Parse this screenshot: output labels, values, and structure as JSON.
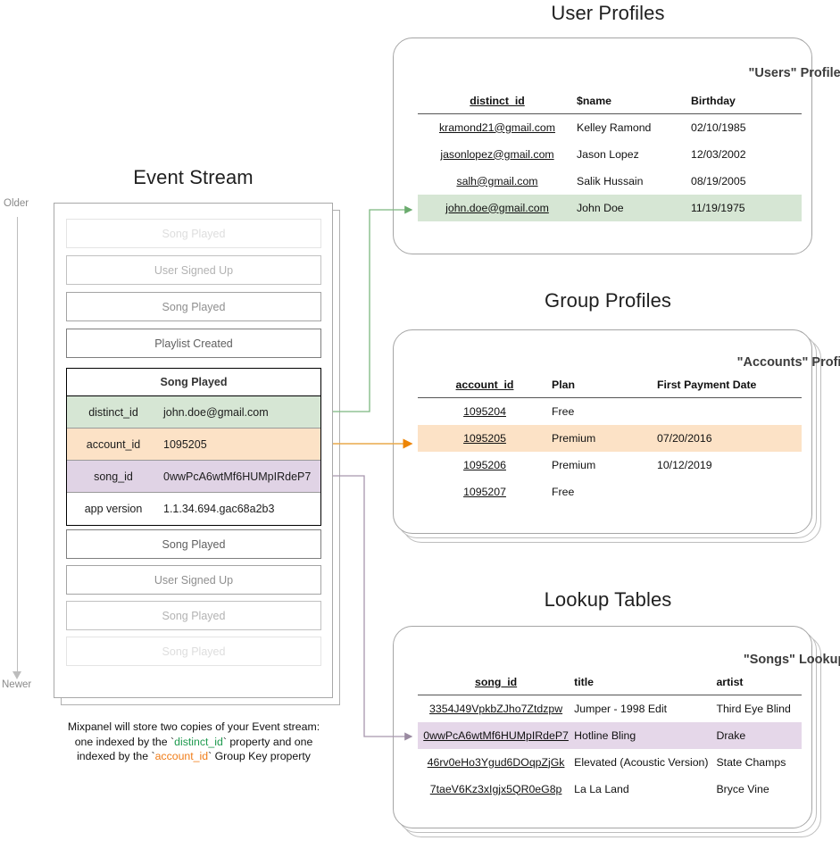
{
  "sections": {
    "event_stream_title": "Event Stream",
    "user_profiles_title": "User Profiles",
    "group_profiles_title": "Group Profiles",
    "lookup_tables_title": "Lookup Tables"
  },
  "timeline": {
    "older_label": "Older",
    "newer_label": "Newer"
  },
  "event_stream": {
    "events_above": [
      {
        "label": "Song Played"
      },
      {
        "label": "User Signed Up"
      },
      {
        "label": "Song Played"
      },
      {
        "label": "Playlist Created"
      }
    ],
    "selected_event": {
      "name": "Song Played",
      "properties": [
        {
          "key": "distinct_id",
          "value": "john.doe@gmail.com",
          "highlight": "green"
        },
        {
          "key": "account_id",
          "value": "1095205",
          "highlight": "orange"
        },
        {
          "key": "song_id",
          "value": "0wwPcA6wtMf6HUMpIRdeP7",
          "highlight": "purple"
        },
        {
          "key": "app version",
          "value": "1.1.34.694.gac68a2b3",
          "highlight": "none"
        }
      ]
    },
    "events_below": [
      {
        "label": "Song Played"
      },
      {
        "label": "User Signed Up"
      },
      {
        "label": "Song Played"
      },
      {
        "label": "Song Played"
      }
    ]
  },
  "caption": {
    "line1": "Mixpanel will store two copies of your Event stream:",
    "line2_pre": "one indexed by the `",
    "line2_key": "distinct_id",
    "line2_post": "` property and one",
    "line3_pre": "indexed by the `",
    "line3_key": "account_id",
    "line3_post": "` Group Key property"
  },
  "users_table": {
    "title": "\"Users\" Profile Table",
    "columns": [
      "distinct_id",
      "$name",
      "Birthday"
    ],
    "rows": [
      {
        "cells": [
          "kramond21@gmail.com",
          "Kelley Ramond",
          "02/10/1985"
        ],
        "highlight": "none"
      },
      {
        "cells": [
          "jasonlopez@gmail.com",
          "Jason Lopez",
          "12/03/2002"
        ],
        "highlight": "none"
      },
      {
        "cells": [
          "salh@gmail.com",
          "Salik Hussain",
          "08/19/2005"
        ],
        "highlight": "none"
      },
      {
        "cells": [
          "john.doe@gmail.com",
          "John Doe",
          "11/19/1975"
        ],
        "highlight": "green"
      }
    ]
  },
  "accounts_table": {
    "title": "\"Accounts\" Profile Table",
    "columns": [
      "account_id",
      "Plan",
      "First Payment Date"
    ],
    "rows": [
      {
        "cells": [
          "1095204",
          "Free",
          ""
        ],
        "highlight": "none"
      },
      {
        "cells": [
          "1095205",
          "Premium",
          "07/20/2016"
        ],
        "highlight": "orange"
      },
      {
        "cells": [
          "1095206",
          "Premium",
          "10/12/2019"
        ],
        "highlight": "none"
      },
      {
        "cells": [
          "1095207",
          "Free",
          ""
        ],
        "highlight": "none"
      }
    ]
  },
  "songs_table": {
    "title": "\"Songs\" Lookup Table",
    "columns": [
      "song_id",
      "title",
      "artist"
    ],
    "rows": [
      {
        "cells": [
          "3354J49VpkbZJho7Ztdzpw",
          "Jumper - 1998 Edit",
          "Third Eye Blind"
        ],
        "highlight": "none"
      },
      {
        "cells": [
          "0wwPcA6wtMf6HUMpIRdeP7",
          "Hotline Bling",
          "Drake"
        ],
        "highlight": "purple"
      },
      {
        "cells": [
          "46rv0eHo3Ygud6DOqpZjGk",
          "Elevated (Acoustic Version)",
          "State Champs"
        ],
        "highlight": "none"
      },
      {
        "cells": [
          "7taeV6Kz3xIgjx5QR0eG8p",
          "La La Land",
          "Bryce Vine"
        ],
        "highlight": "none"
      }
    ]
  },
  "colors": {
    "green_highlight": "#d6e6d4",
    "orange_highlight": "#fce2c6",
    "purple_highlight": "#e5d7e9",
    "green_connector": "#7cb87f",
    "orange_connector": "#eaa94a",
    "purple_connector": "#a796ae",
    "border_gray": "#a5a5a5"
  }
}
